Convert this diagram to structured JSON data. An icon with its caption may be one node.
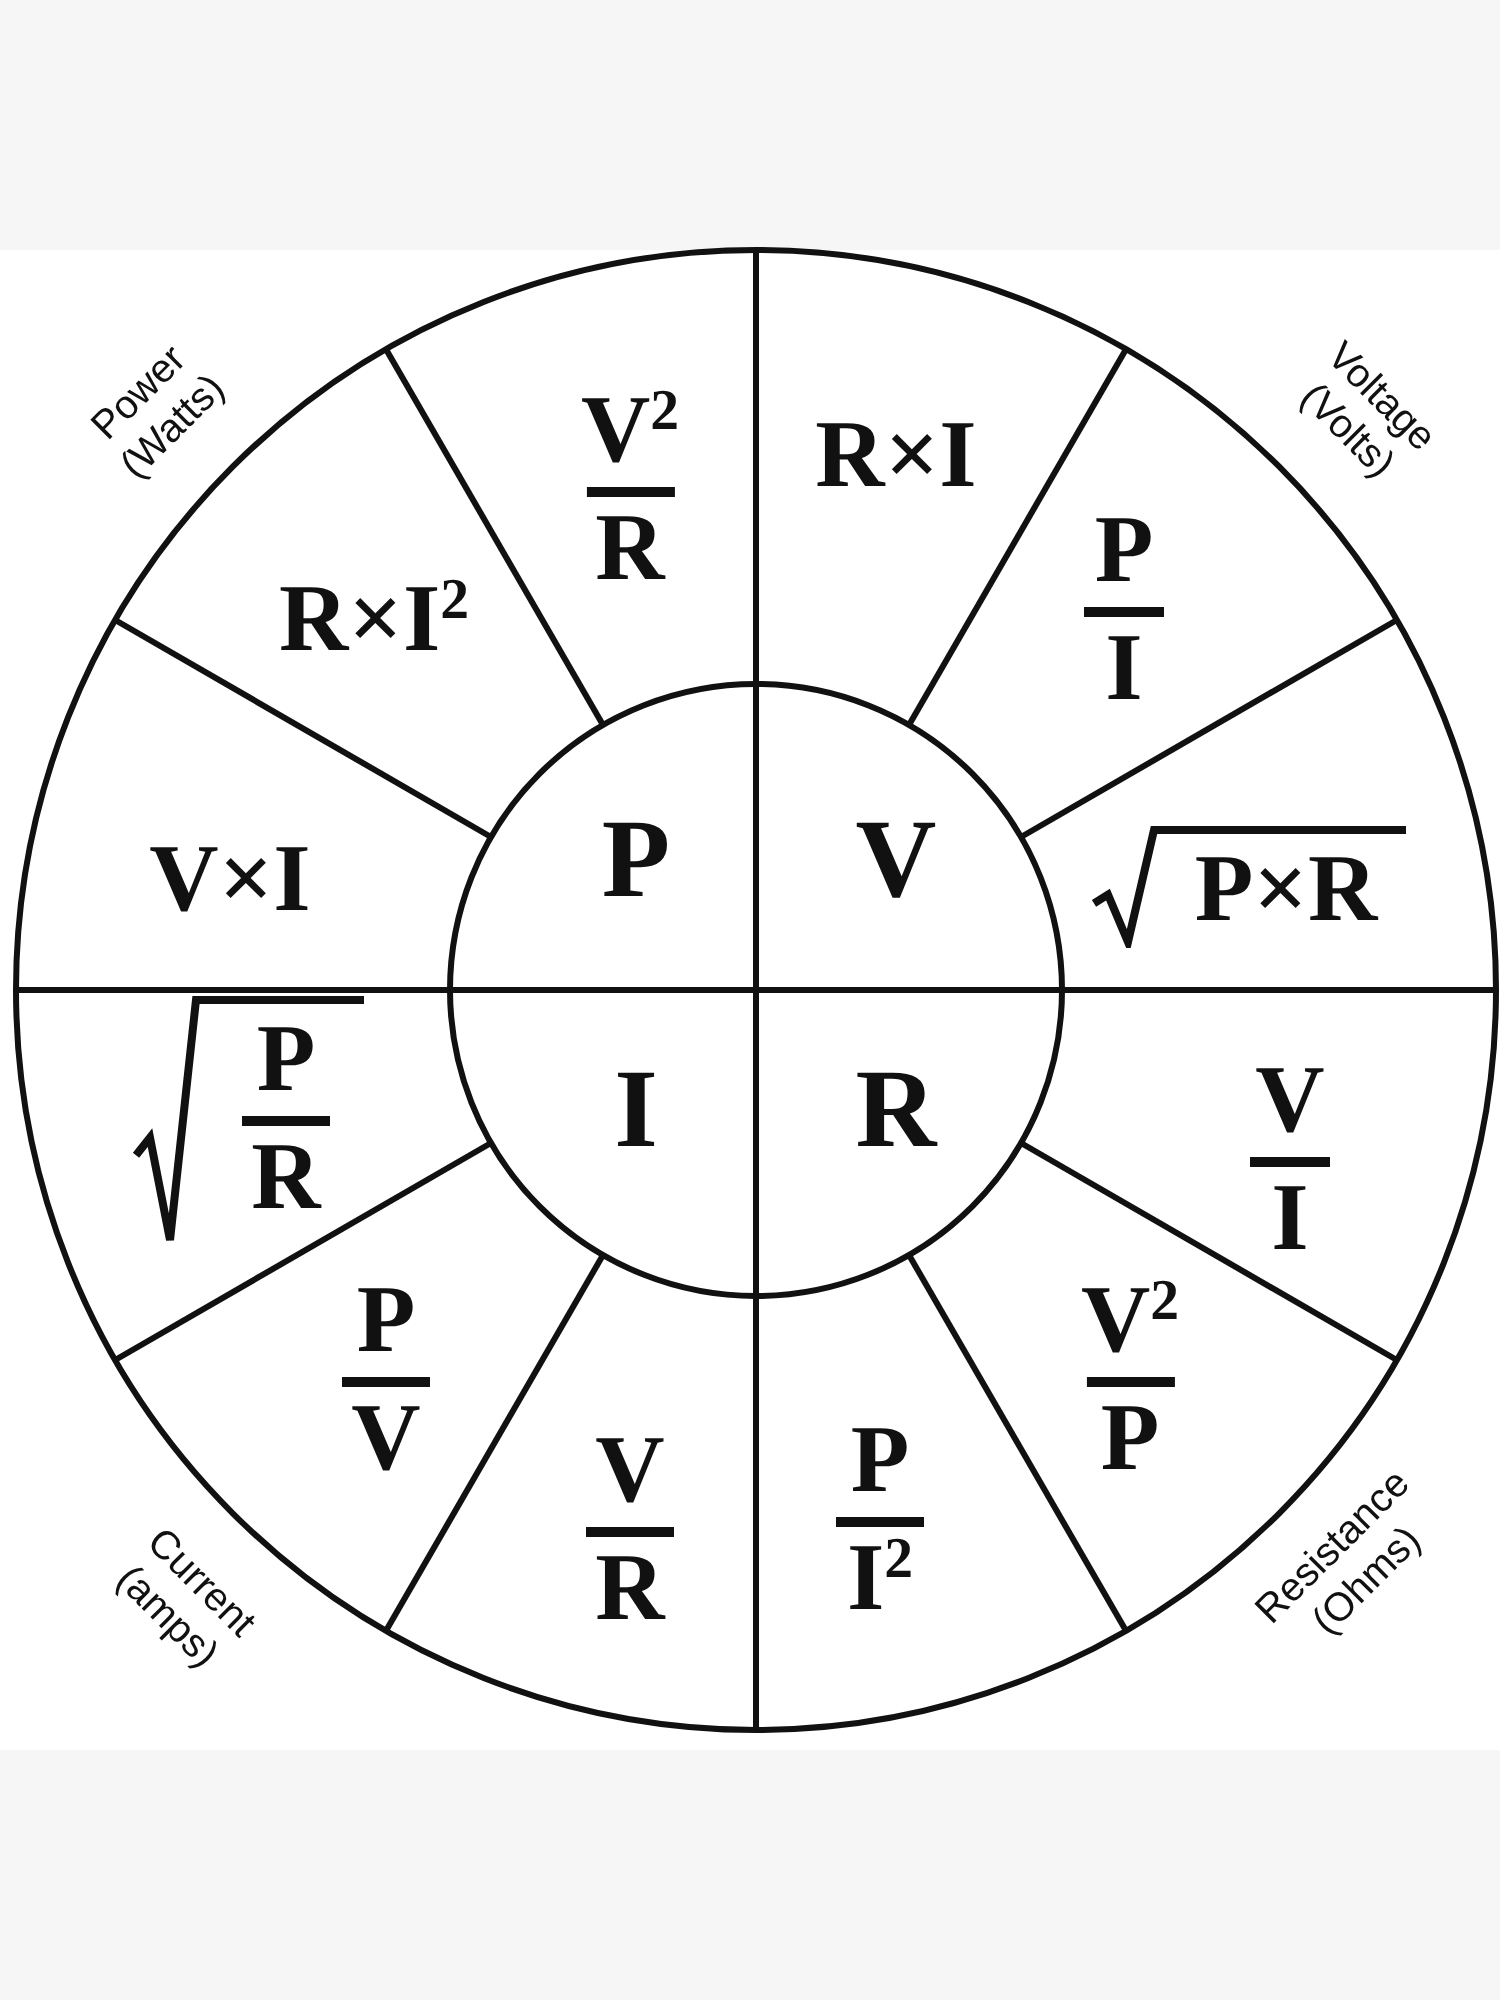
{
  "diagram": {
    "nodes": [
      {
        "text": [
          "P"
        ]
      },
      {
        "text": [
          "V"
        ]
      },
      {
        "text": [
          "I"
        ]
      },
      {
        "text": [
          "R"
        ]
      },
      {
        "text": [
          "R×I"
        ]
      },
      {
        "text": [
          "P",
          "I"
        ]
      },
      {
        "text": [
          "P×R"
        ]
      },
      {
        "text": [
          "V",
          "I"
        ]
      },
      {
        "text": [
          "V$^{2}$",
          "P"
        ]
      },
      {
        "text": [
          "P",
          "I$^{2}$"
        ]
      },
      {
        "text": [
          "V",
          "R"
        ]
      },
      {
        "text": [
          "P",
          "V"
        ]
      },
      {
        "text": [
          "P",
          "R"
        ]
      },
      {
        "text": [
          "V×I"
        ]
      },
      {
        "text": [
          "R×I$^{2}$"
        ]
      },
      {
        "text": [
          "V$^{2}$",
          "R"
        ]
      }
    ],
    "labels": [
      "Power (Watts)",
      "Voltage (Volts)",
      "Resistance (Ohms)",
      "Current (amps)"
    ]
  }
}
